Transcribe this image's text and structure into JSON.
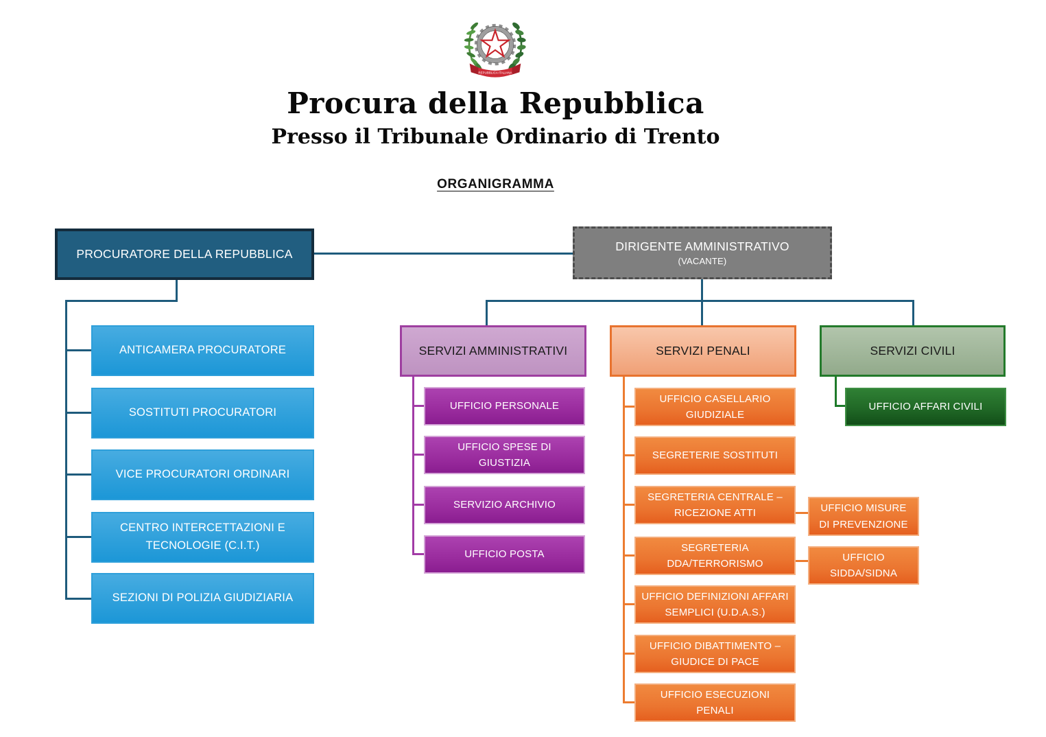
{
  "header": {
    "emblem_name": "italian-republic-emblem",
    "emblem_ribbon_text": "REPUBBLICA ITALIANA",
    "title": "Procura della Repubblica",
    "subtitle": "Presso il Tribunale Ordinario di Trento",
    "org_label": "ORGANIGRAMMA"
  },
  "chart": {
    "root": {
      "label": "PROCURATORE DELLA REPUBBLICA"
    },
    "dirigente": {
      "label": "DIRIGENTE AMMINISTRATIVO",
      "sublabel": "(VACANTE)"
    },
    "left_children": [
      "ANTICAMERA PROCURATORE",
      "SOSTITUTI PROCURATORI",
      "VICE PROCURATORI ORDINARI",
      "CENTRO INTERCETTAZIONI E TECNOLOGIE (C.I.T.)",
      "SEZIONI DI POLIZIA GIUDIZIARIA"
    ],
    "columns": {
      "amministrativi": {
        "label": "SERVIZI AMMINISTRATIVI",
        "children": [
          "UFFICIO PERSONALE",
          "UFFICIO SPESE DI GIUSTIZIA",
          "SERVIZIO ARCHIVIO",
          "UFFICIO POSTA"
        ]
      },
      "penali": {
        "label": "SERVIZI PENALI",
        "children": [
          "UFFICIO CASELLARIO GIUDIZIALE",
          "SEGRETERIE SOSTITUTI",
          "SEGRETERIA CENTRALE – RICEZIONE ATTI",
          "SEGRETERIA DDA/TERRORISMO",
          "UFFICIO DEFINIZIONI AFFARI SEMPLICI (U.D.A.S.)",
          "UFFICIO DIBATTIMENTO – GIUDICE DI PACE",
          "UFFICIO ESECUZIONI PENALI"
        ],
        "sub_children": [
          {
            "parent": "SEGRETERIA CENTRALE – RICEZIONE ATTI",
            "label": "UFFICIO MISURE DI PREVENZIONE"
          },
          {
            "parent": "SEGRETERIA DDA/TERRORISMO",
            "label": "UFFICIO SIDDA/SIDNA"
          }
        ]
      },
      "civili": {
        "label": "SERVIZI CIVILI",
        "children": [
          "UFFICIO AFFARI CIVILI"
        ]
      }
    },
    "colors": {
      "root_fill": "#215E80",
      "root_border": "#142C3D",
      "dirigente_fill": "#7F7F7F",
      "blue_fill": "#2FA0DB",
      "purple_fill": "#9A2C9E",
      "purple_header_fill": "#C49DC7",
      "orange_fill": "#EB7530",
      "orange_header_fill": "#F4B391",
      "green_fill": "#1F6625",
      "green_header_fill": "#A2B89C",
      "connector_teal": "#1E5B7C"
    }
  }
}
